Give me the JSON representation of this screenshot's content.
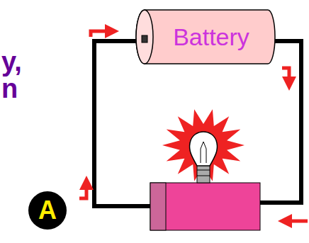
{
  "diagram": {
    "nodes": [
      {
        "text": [
          "Battery"
        ]
      },
      {
        "text": [
          "A"
        ]
      }
    ],
    "labels": [
      "y,",
      "n"
    ]
  }
}
